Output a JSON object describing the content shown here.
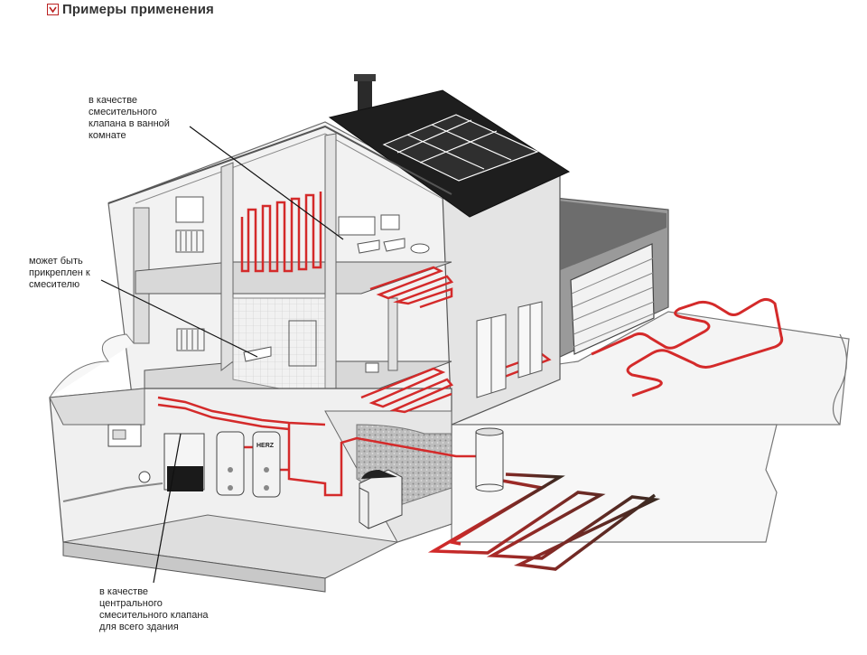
{
  "page": {
    "title": "Примеры применения"
  },
  "callouts": {
    "bathroom": "в качестве\nсмесительного\nклапана в ванной\nкомнате",
    "faucet": "может быть\nприкреплен к\nсмесителю",
    "central": "в качестве\nцентрального\nсмесительного клапана\nдля всего здания"
  },
  "colors": {
    "heating_pipe": "#d42a2a",
    "ground_loop_start": "#c81e1e",
    "ground_loop_end": "#5a2a1a",
    "roof": "#1e1e1e",
    "wall": "#e6e6e6",
    "wall_dark": "#cfcfcf",
    "outline": "#555555"
  },
  "icons": {
    "header": "checkbox-icon"
  },
  "brand_label": "HERZ"
}
